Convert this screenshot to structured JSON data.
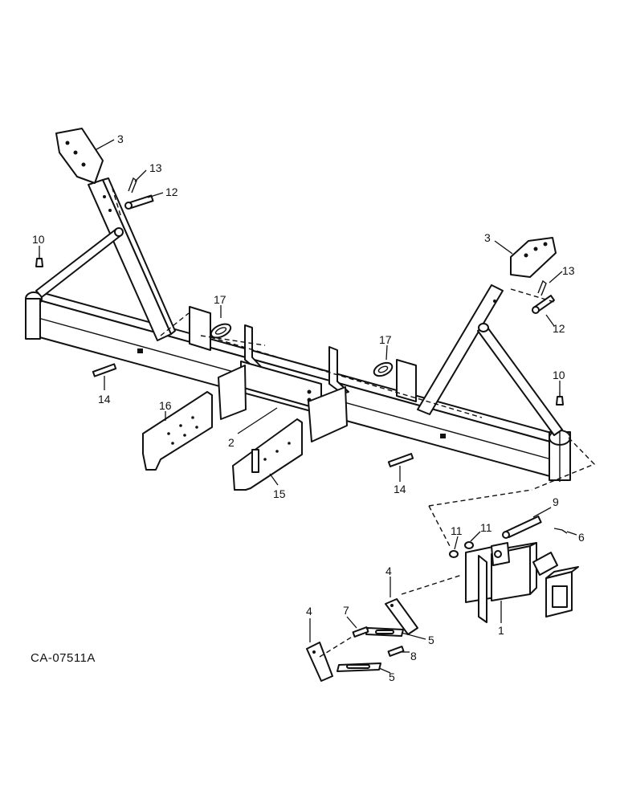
{
  "figure_id": "CA-07511A",
  "callouts": {
    "c1": "1",
    "c2": "2",
    "c3a": "3",
    "c3b": "3",
    "c4a": "4",
    "c4b": "4",
    "c5a": "5",
    "c5b": "5",
    "c6": "6",
    "c7": "7",
    "c8": "8",
    "c9": "9",
    "c10a": "10",
    "c10b": "10",
    "c11a": "11",
    "c11b": "11",
    "c12a": "12",
    "c12b": "12",
    "c13a": "13",
    "c13b": "13",
    "c14a": "14",
    "c14b": "14",
    "c15": "15",
    "c16": "16",
    "c17a": "17",
    "c17b": "17"
  }
}
